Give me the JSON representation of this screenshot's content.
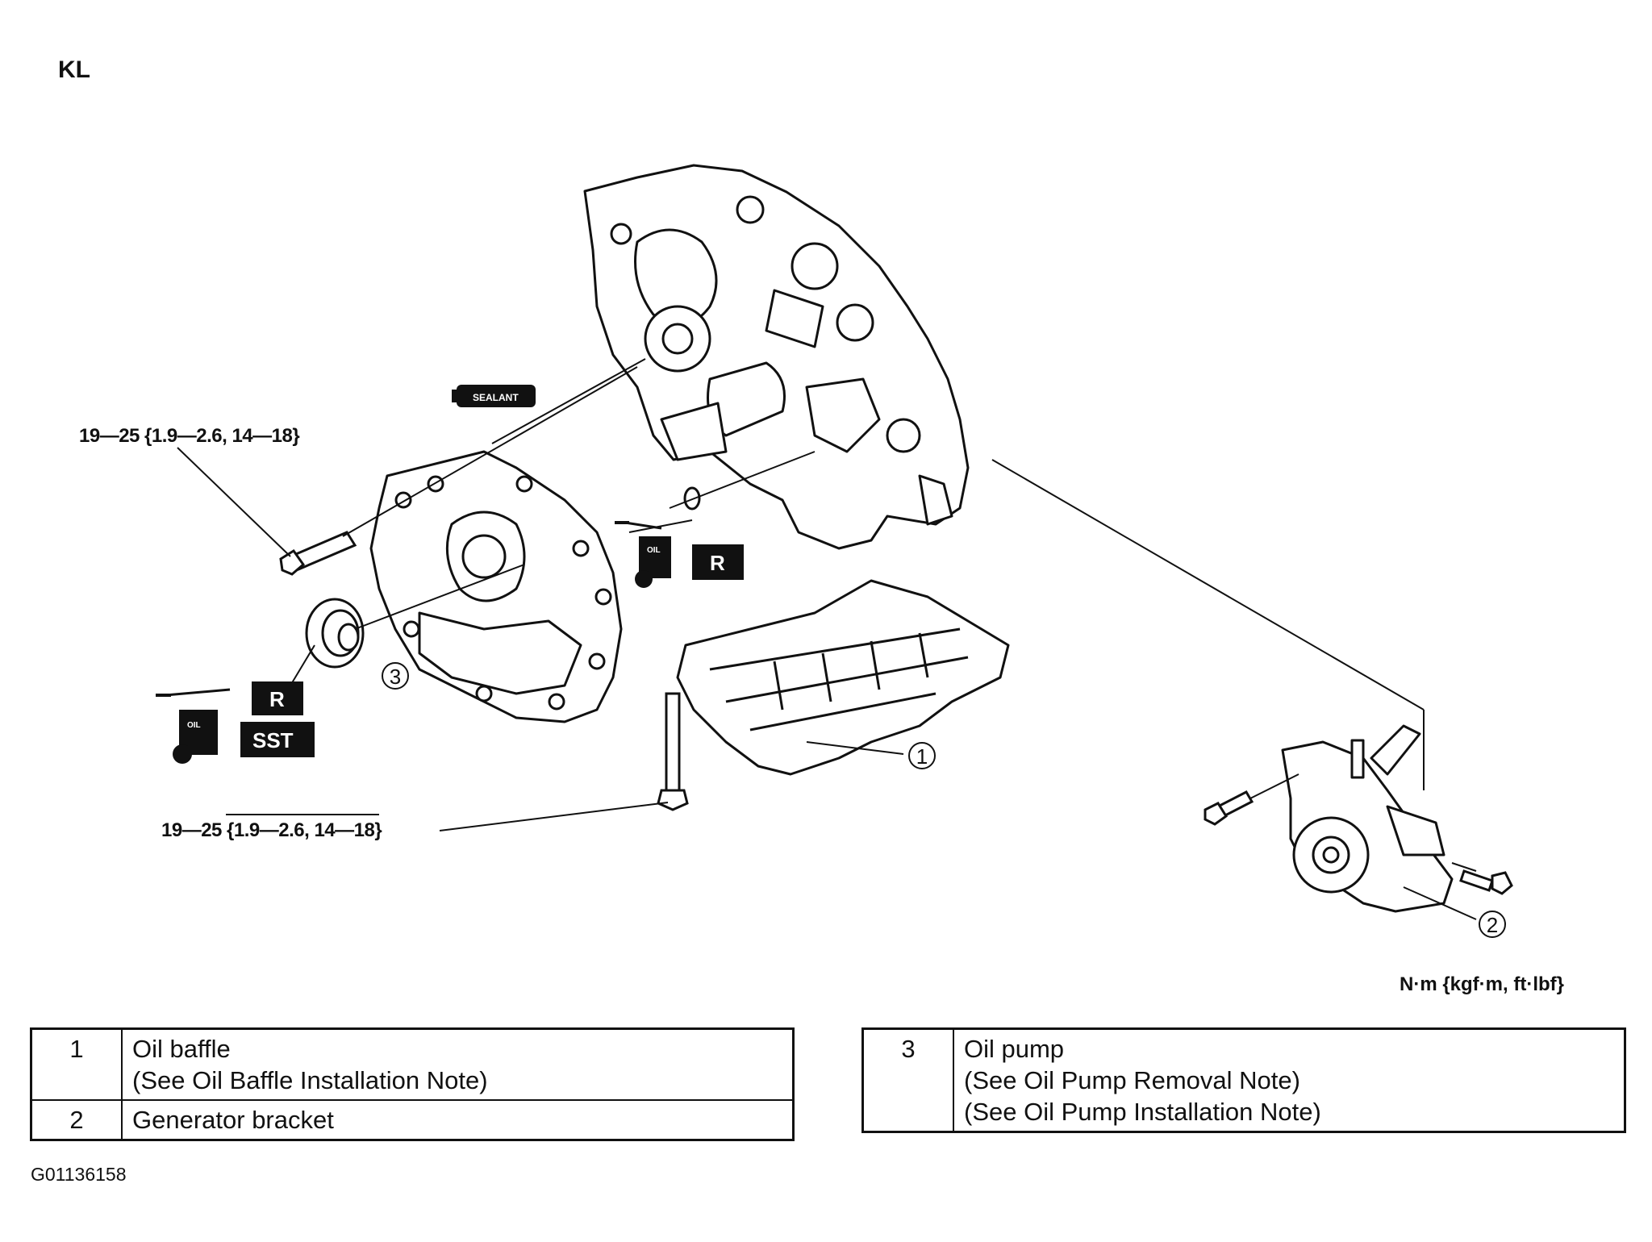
{
  "engine_code": "KL",
  "torque_spec_top": "19—25 {1.9—2.6, 14—18}",
  "torque_spec_bottom": "19—25 {1.9—2.6, 14—18}",
  "units_note": "N·m {kgf·m, ft·lbf}",
  "figure_id": "G01136158",
  "tags": {
    "sealant": "SEALANT",
    "oil": "OIL",
    "replace": "R",
    "sst": "SST"
  },
  "callouts": [
    "1",
    "2",
    "3"
  ],
  "legend_left": [
    {
      "num": "1",
      "name": "Oil baffle",
      "notes": [
        "(See Oil Baffle Installation Note)"
      ]
    },
    {
      "num": "2",
      "name": "Generator bracket",
      "notes": []
    }
  ],
  "legend_right": [
    {
      "num": "3",
      "name": "Oil pump",
      "notes": [
        "(See Oil Pump Removal Note)",
        "(See Oil Pump Installation Note)"
      ]
    }
  ]
}
